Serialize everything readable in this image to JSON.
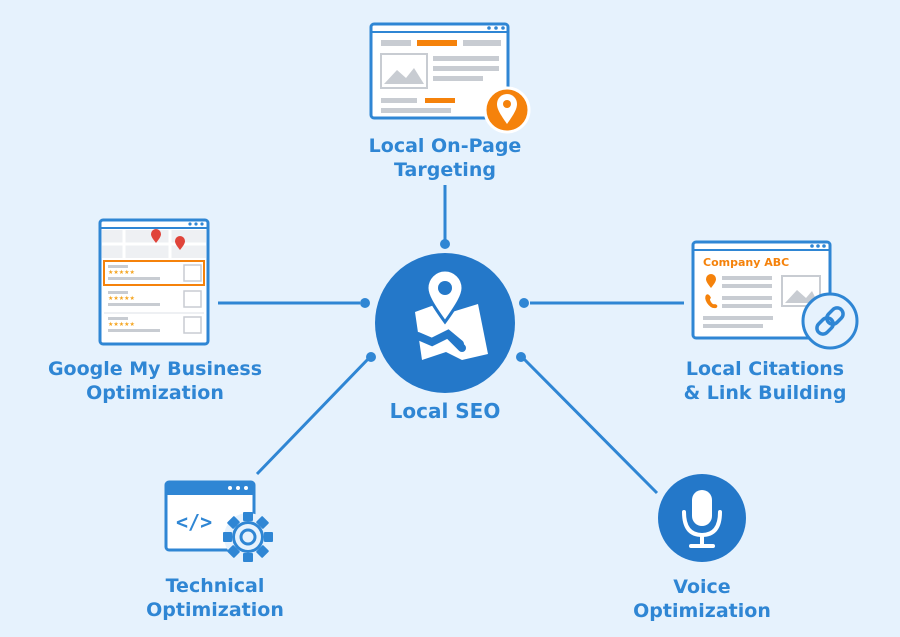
{
  "diagram": {
    "center": {
      "label": "Local SEO",
      "icon": "map-pin-icon"
    },
    "nodes": [
      {
        "id": "on-page",
        "lines": [
          "Local On-Page",
          "Targeting"
        ],
        "icon": "webpage-location-icon"
      },
      {
        "id": "gmb",
        "lines": [
          "Google My Business",
          "Optimization"
        ],
        "icon": "map-listing-icon"
      },
      {
        "id": "citations",
        "lines": [
          "Local Citations",
          "& Link Building"
        ],
        "icon": "business-card-link-icon",
        "card_text": "Company ABC"
      },
      {
        "id": "technical",
        "lines": [
          "Technical",
          "Optimization"
        ],
        "icon": "code-gear-icon",
        "code_text": "</>"
      },
      {
        "id": "voice",
        "lines": [
          "Voice",
          "Optimization"
        ],
        "icon": "microphone-icon"
      }
    ]
  },
  "colors": {
    "background": "#e6f2fd",
    "primary": "#2f86d4",
    "dark_blue": "#1f6fbf",
    "accent_orange": "#f5820b",
    "gray": "#c8ccd2"
  }
}
